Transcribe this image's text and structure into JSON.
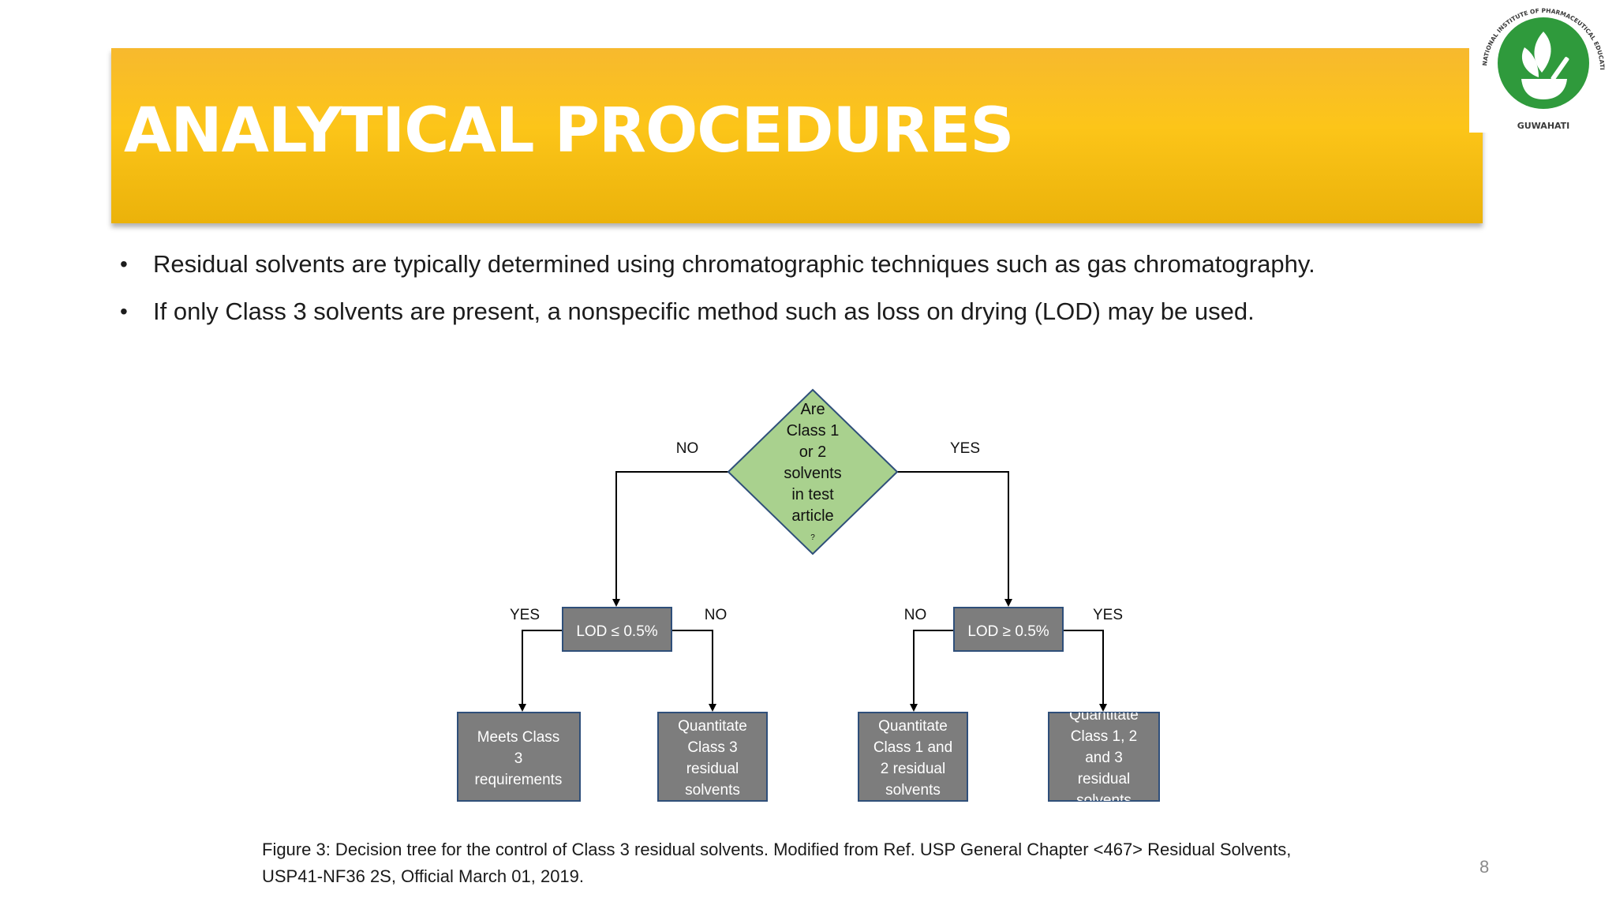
{
  "slide": {
    "title": "ANALYTICAL PROCEDURES",
    "bullets": [
      "Residual solvents are typically determined using chromatographic techniques such as gas chromatography.",
      "If only Class 3 solvents are present, a nonspecific method such as loss on drying (LOD) may be used."
    ],
    "caption_line1": "Figure 3: Decision tree for the control of Class 3 residual solvents. Modified from Ref. USP General Chapter <467> Residual Solvents,",
    "caption_line2": "USP41-NF36 2S, Official March 01, 2019.",
    "page_number": "8"
  },
  "logo": {
    "ring_text": "NATIONAL INSTITUTE OF PHARMACEUTICAL EDUCATION AND RESEARCH",
    "city": "GUWAHATI",
    "colors": {
      "green": "#2f9a3c",
      "text": "#3a3a3a"
    }
  },
  "flowchart": {
    "colors": {
      "diamond_fill": "#a9d18e",
      "diamond_stroke": "#2f4f7a",
      "box_fill": "#7d7d7d",
      "box_stroke": "#2f4f7a",
      "box_text": "#ffffff",
      "line": "#000000"
    },
    "decision": {
      "lines": [
        "Are",
        "Class 1",
        "or 2",
        "solvents",
        "in test",
        "article"
      ],
      "mark": "?"
    },
    "branch_no": "NO",
    "branch_yes": "YES",
    "lod_left": {
      "label": "LOD ≤ 0.5%",
      "yes": "YES",
      "no": "NO"
    },
    "lod_right": {
      "label": "LOD ≥ 0.5%",
      "no": "NO",
      "yes": "YES"
    },
    "outcomes": [
      {
        "lines": [
          "Meets Class",
          "3",
          "requirements"
        ]
      },
      {
        "lines": [
          "Quantitate",
          "Class 3",
          "residual",
          "solvents"
        ]
      },
      {
        "lines": [
          "Quantitate",
          "Class 1 and",
          "2 residual",
          "solvents"
        ]
      },
      {
        "lines": [
          "Quantitate",
          "Class 1, 2",
          "and 3",
          "residual",
          "solvents"
        ]
      }
    ]
  }
}
